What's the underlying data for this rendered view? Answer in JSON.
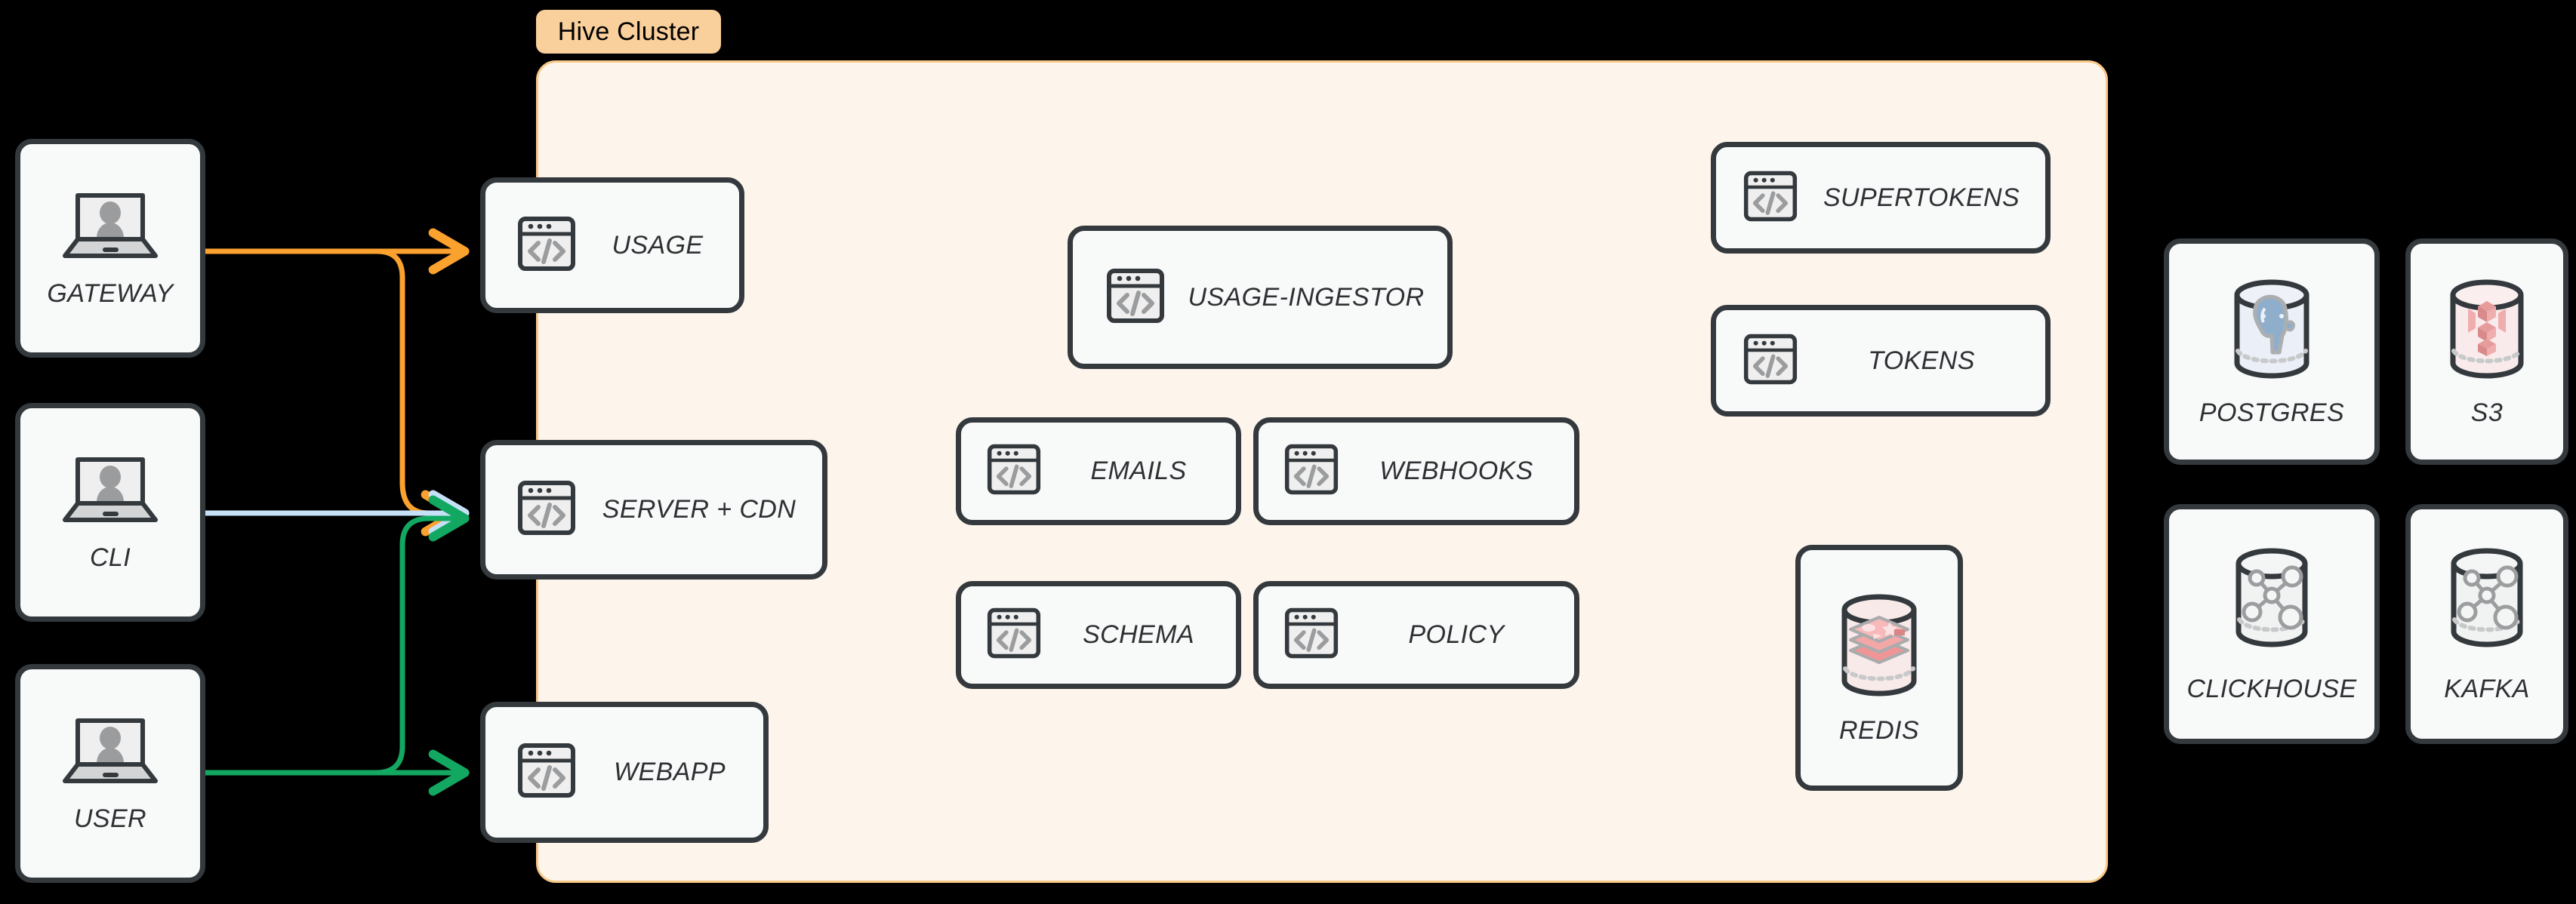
{
  "diagram": {
    "title": "Hive Cluster architecture diagram",
    "background_color": "#000000",
    "cluster": {
      "label": "Hive Cluster",
      "fill": "#FDF5EC",
      "border": "#F7C888",
      "badge_fill": "#F9CF9C",
      "badge_text_color": "#000000"
    },
    "node_style": {
      "fill": "#F8F9F9",
      "border": "#34393D",
      "label_color": "#2E3134"
    }
  },
  "clients": [
    {
      "id": "gateway",
      "label": "GATEWAY",
      "icon": "laptop-user-icon"
    },
    {
      "id": "cli",
      "label": "CLI",
      "icon": "laptop-user-icon"
    },
    {
      "id": "user",
      "label": "USER",
      "icon": "laptop-user-icon"
    }
  ],
  "cluster_services": [
    {
      "id": "usage",
      "label": "USAGE",
      "icon": "code-window-icon"
    },
    {
      "id": "server-cdn",
      "label": "SERVER + CDN",
      "icon": "code-window-icon"
    },
    {
      "id": "webapp",
      "label": "WEBAPP",
      "icon": "code-window-icon"
    },
    {
      "id": "usage-ingestor",
      "label": "USAGE-INGESTOR",
      "icon": "code-window-icon"
    },
    {
      "id": "emails",
      "label": "EMAILS",
      "icon": "code-window-icon"
    },
    {
      "id": "webhooks",
      "label": "WEBHOOKS",
      "icon": "code-window-icon"
    },
    {
      "id": "schema",
      "label": "SCHEMA",
      "icon": "code-window-icon"
    },
    {
      "id": "policy",
      "label": "POLICY",
      "icon": "code-window-icon"
    },
    {
      "id": "supertokens",
      "label": "SUPERTOKENS",
      "icon": "code-window-icon"
    },
    {
      "id": "tokens",
      "label": "TOKENS",
      "icon": "code-window-icon"
    },
    {
      "id": "redis",
      "label": "REDIS",
      "icon": "redis-database-icon"
    }
  ],
  "external_stores": [
    {
      "id": "postgres",
      "label": "POSTGRES",
      "icon": "postgres-database-icon"
    },
    {
      "id": "s3",
      "label": "S3",
      "icon": "s3-database-icon"
    },
    {
      "id": "clickhouse",
      "label": "CLICKHOUSE",
      "icon": "graph-database-icon"
    },
    {
      "id": "kafka",
      "label": "KAFKA",
      "icon": "graph-database-icon"
    }
  ],
  "connections": [
    {
      "id": "gateway-to-server-cdn",
      "from": "gateway",
      "to": "server-cdn",
      "color": "#FBA12E",
      "color_name": "orange"
    },
    {
      "id": "gateway-to-usage",
      "from": "gateway",
      "to": "usage",
      "color": "#FBA12E",
      "color_name": "orange"
    },
    {
      "id": "cli-to-server-cdn",
      "from": "cli",
      "to": "server-cdn",
      "color": "#C6E0F7",
      "color_name": "light-blue"
    },
    {
      "id": "user-to-server-cdn",
      "from": "user",
      "to": "server-cdn",
      "color": "#13A861",
      "color_name": "green"
    },
    {
      "id": "user-to-webapp",
      "from": "user",
      "to": "webapp",
      "color": "#13A861",
      "color_name": "green"
    }
  ]
}
